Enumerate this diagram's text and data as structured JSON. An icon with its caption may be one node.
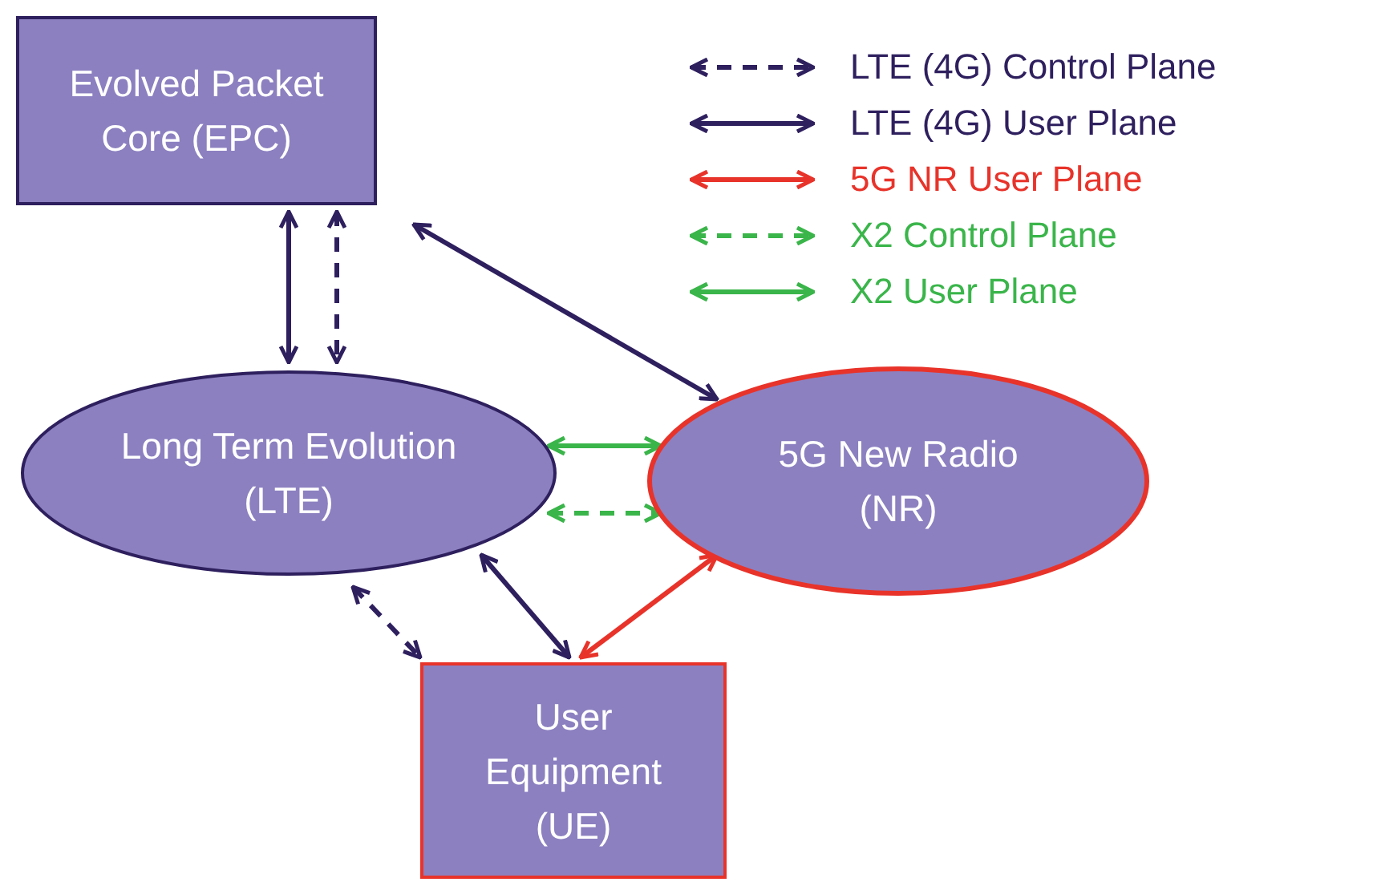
{
  "diagram": {
    "nodes": [
      {
        "text": [
          "Evolved Packet Core (EPC)"
        ]
      },
      {
        "text": [
          "Long Term Evolution (LTE)"
        ]
      },
      {
        "text": [
          "5G New Radio (NR)"
        ]
      },
      {
        "text": [
          "User Equipment (UE)"
        ]
      }
    ],
    "edges": [
      {
        "from": 0,
        "to": 1,
        "arrow": "both"
      },
      {
        "from": 0,
        "to": 1,
        "arrow": "both",
        "style": "dashed"
      },
      {
        "from": 0,
        "to": 2,
        "arrow": "both"
      },
      {
        "from": 1,
        "to": 2,
        "arrow": "both",
        "color": "#3ab54a"
      },
      {
        "from": 1,
        "to": 2,
        "arrow": "both",
        "style": "dashed",
        "color": "#3ab54a"
      },
      {
        "from": 1,
        "to": 3,
        "arrow": "both",
        "style": "dashed"
      },
      {
        "from": 1,
        "to": 3,
        "arrow": "both"
      },
      {
        "from": 2,
        "to": 3,
        "arrow": "both",
        "color": "#e8332a"
      }
    ],
    "legend": [
      {
        "text": "LTE (4G) Control Plane"
      },
      {
        "text": "LTE (4G) User Plane"
      },
      {
        "text": "5G NR User Plane"
      },
      {
        "text": "X2 Control Plane"
      },
      {
        "text": "X2 User Plane"
      }
    ]
  }
}
